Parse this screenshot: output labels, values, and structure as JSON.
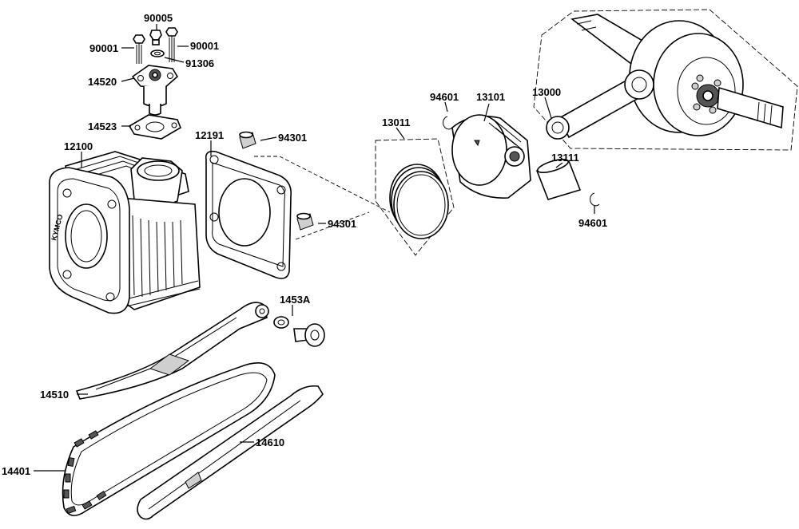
{
  "diagram": {
    "brand_mark": "KYMCO",
    "part_numbers": [
      "90005",
      "90001",
      "90001",
      "91306",
      "14520",
      "14523",
      "12100",
      "12191",
      "94301",
      "94301",
      "13011",
      "94601",
      "13101",
      "13000",
      "13111",
      "94601",
      "1453A",
      "14510",
      "14610",
      "14401"
    ]
  }
}
